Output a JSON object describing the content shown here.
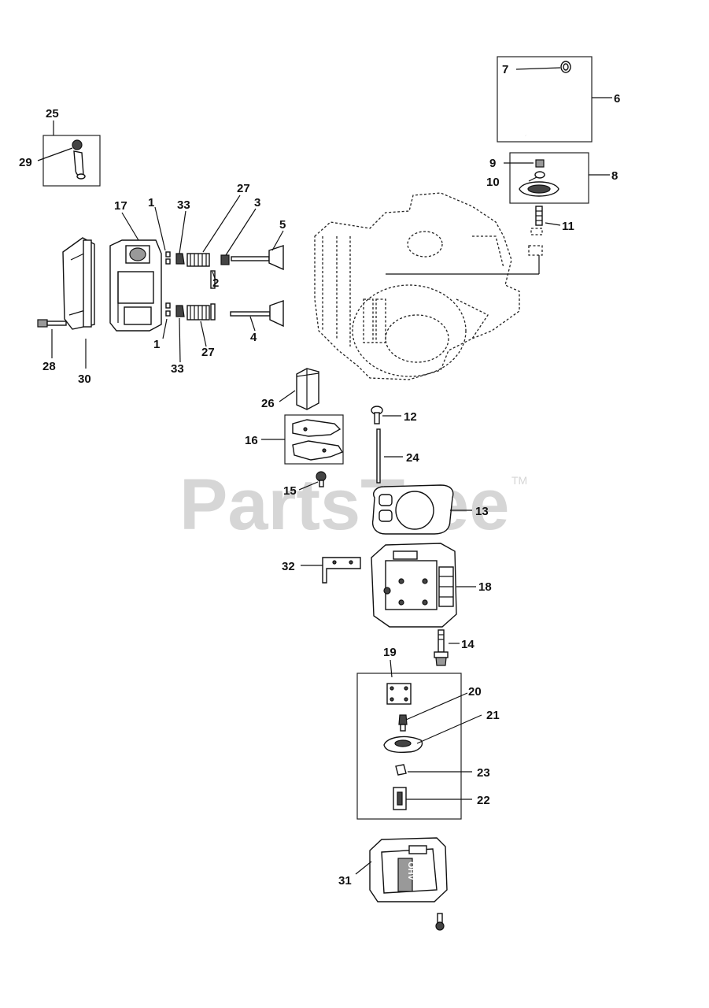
{
  "watermark": {
    "brand": "PartsTree",
    "tm": "TM"
  },
  "callouts": {
    "c1a": "1",
    "c1b": "1",
    "c2": "2",
    "c3": "3",
    "c4": "4",
    "c5": "5",
    "c6": "6",
    "c7": "7",
    "c8": "8",
    "c9": "9",
    "c10": "10",
    "c11": "11",
    "c12": "12",
    "c13": "13",
    "c14": "14",
    "c15": "15",
    "c16": "16",
    "c17": "17",
    "c18": "18",
    "c19": "19",
    "c20": "20",
    "c21": "21",
    "c22": "22",
    "c23": "23",
    "c24": "24",
    "c25": "25",
    "c26": "26",
    "c27a": "27",
    "c27b": "27",
    "c28": "28",
    "c29": "29",
    "c30": "30",
    "c31": "31",
    "c32": "32",
    "c33a": "33",
    "c33b": "33"
  },
  "embossed_text": "OHV"
}
